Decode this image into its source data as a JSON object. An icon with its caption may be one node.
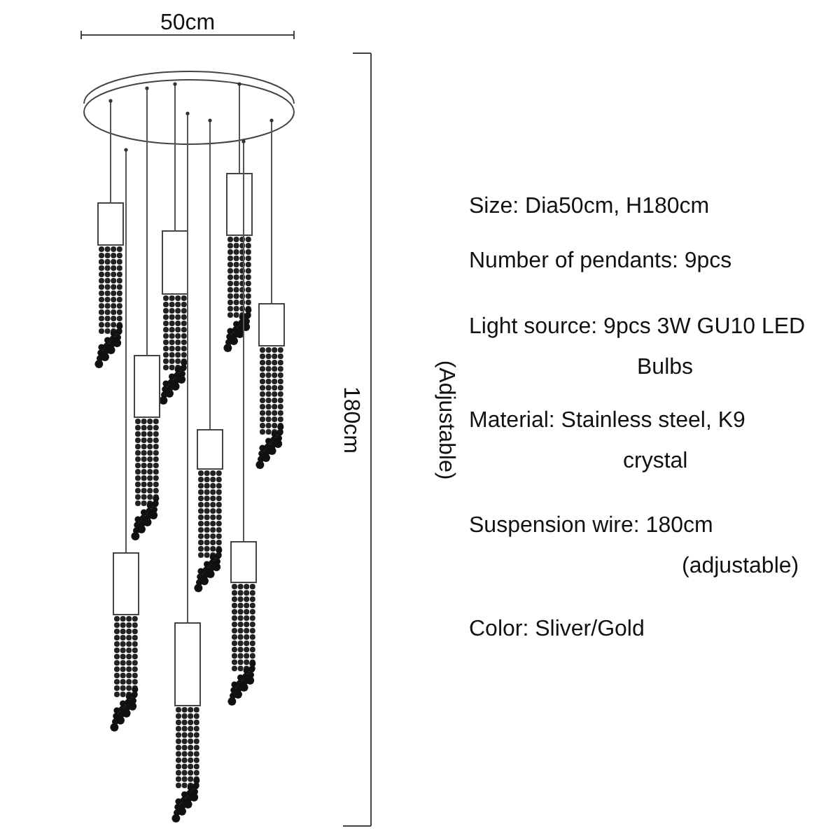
{
  "diagram": {
    "labels": [
      "50cm",
      "180cm",
      "(Adjustable)",
      "Size: Dia50cm, H180cm",
      "Number of pendants: 9pcs",
      "Light source: 9pcs 3W GU10 LED Bulbs",
      "Material: Stainless steel, K9 crystal",
      "Suspension wire: 180cm (adjustable)",
      "Color: Sliver/Gold"
    ]
  }
}
